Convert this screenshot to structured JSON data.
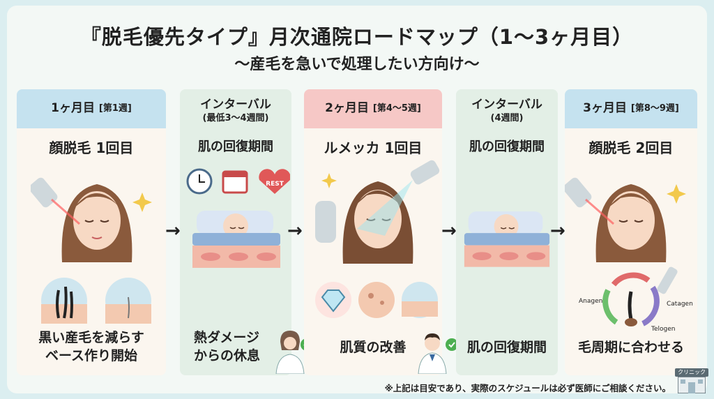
{
  "title": "『脱毛優先タイプ』月次通院ロードマップ（1〜3ヶ月目）",
  "subtitle": "〜産毛を急いで処理したい方向け〜",
  "columns": [
    {
      "head_main": "1ヶ月目",
      "head_sub": "[第1週]",
      "treatment": "顔脱毛 1回目",
      "caption_lines": [
        "黒い産毛を減らす",
        "ベース作り開始"
      ]
    },
    {
      "head_main": "インターバル",
      "head_sub": "(最低3〜4週間)",
      "treatment": "肌の回復期間",
      "rest_label": "REST",
      "caption_lines": [
        "熱ダメージ",
        "からの休息"
      ]
    },
    {
      "head_main": "2ヶ月目",
      "head_sub": "[第4〜5週]",
      "treatment": "ルメッカ 1回目",
      "caption_lines": [
        "肌質の改善"
      ]
    },
    {
      "head_main": "インターバル",
      "head_sub": "(4週間)",
      "treatment": "肌の回復期間",
      "caption_lines": [
        "肌の回復期間"
      ]
    },
    {
      "head_main": "3ヶ月目",
      "head_sub": "[第8〜9週]",
      "treatment": "顔脱毛 2回目",
      "cycle_labels": [
        "Anagen",
        "Catagen",
        "Telogen"
      ],
      "caption_lines": [
        "毛周期に合わせる"
      ]
    }
  ],
  "note": "※上記は目安であり、実際のスケジュールは必ず医師にご相談ください。",
  "clinic_sign": "クリニック",
  "colors": {
    "blue_head": "#c5e2ef",
    "pink_head": "#f6c8c6",
    "interval_bg": "#e3efe6",
    "main_bg": "#fbf6ef"
  }
}
